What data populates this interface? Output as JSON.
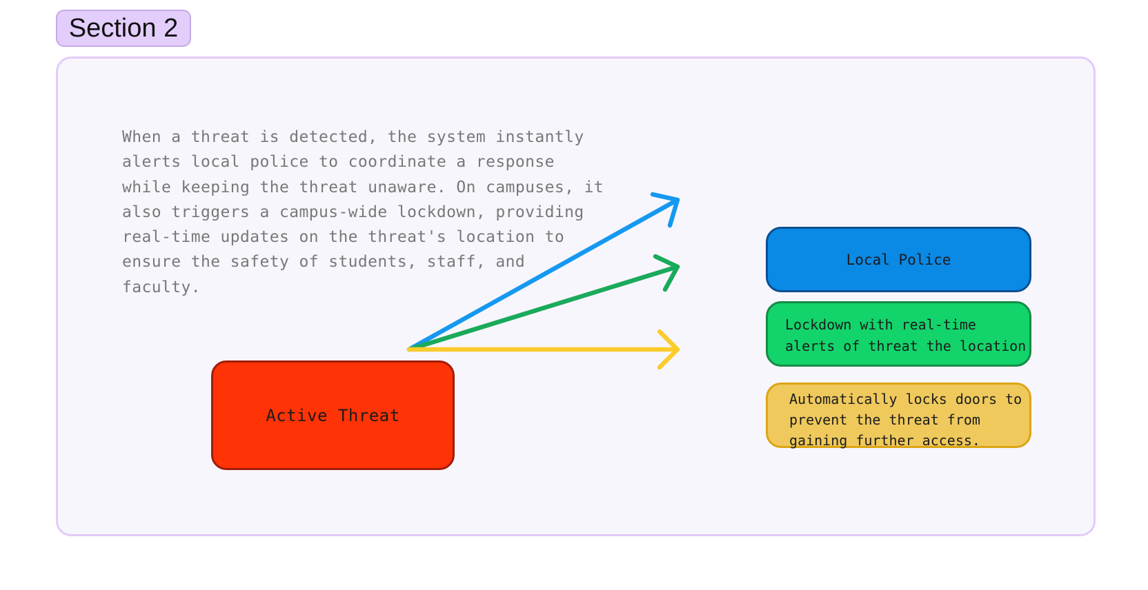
{
  "section": {
    "label": "Section 2"
  },
  "description": "When a threat is detected, the system instantly alerts local police to coordinate a response while keeping the threat unaware. On campuses, it also triggers a campus-wide lockdown, providing real-time updates on the threat's location to ensure the safety of students, staff, and faculty.",
  "nodes": {
    "source": "Active Threat",
    "police": "Local Police",
    "lockdown": "Lockdown with real-time\nalerts of threat the location",
    "doors": "Automatically locks doors to\nprevent the threat from\ngaining further access."
  },
  "colors": {
    "section_tag": "#e3cdfb",
    "frame": "#f8f6fd",
    "threat": "#fe3306",
    "police": "#0a89e5",
    "lockdown": "#12d46b",
    "doors": "#efc95c",
    "arrow_police": "#1599f0",
    "arrow_lockdown": "#1aaa5b",
    "arrow_doors": "#fccc2c"
  },
  "arrow_icons": [
    "arrow-right-icon",
    "arrow-right-icon",
    "arrow-right-icon"
  ]
}
